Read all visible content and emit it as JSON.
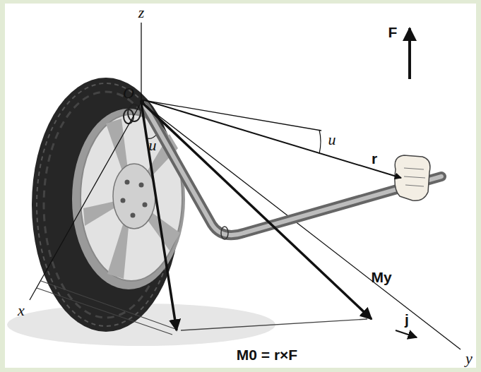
{
  "diagram": {
    "labels": [
      "z",
      "F",
      "O",
      "u",
      "r",
      "u",
      "My",
      "x",
      "j",
      "y",
      "M0 = r×F"
    ]
  }
}
